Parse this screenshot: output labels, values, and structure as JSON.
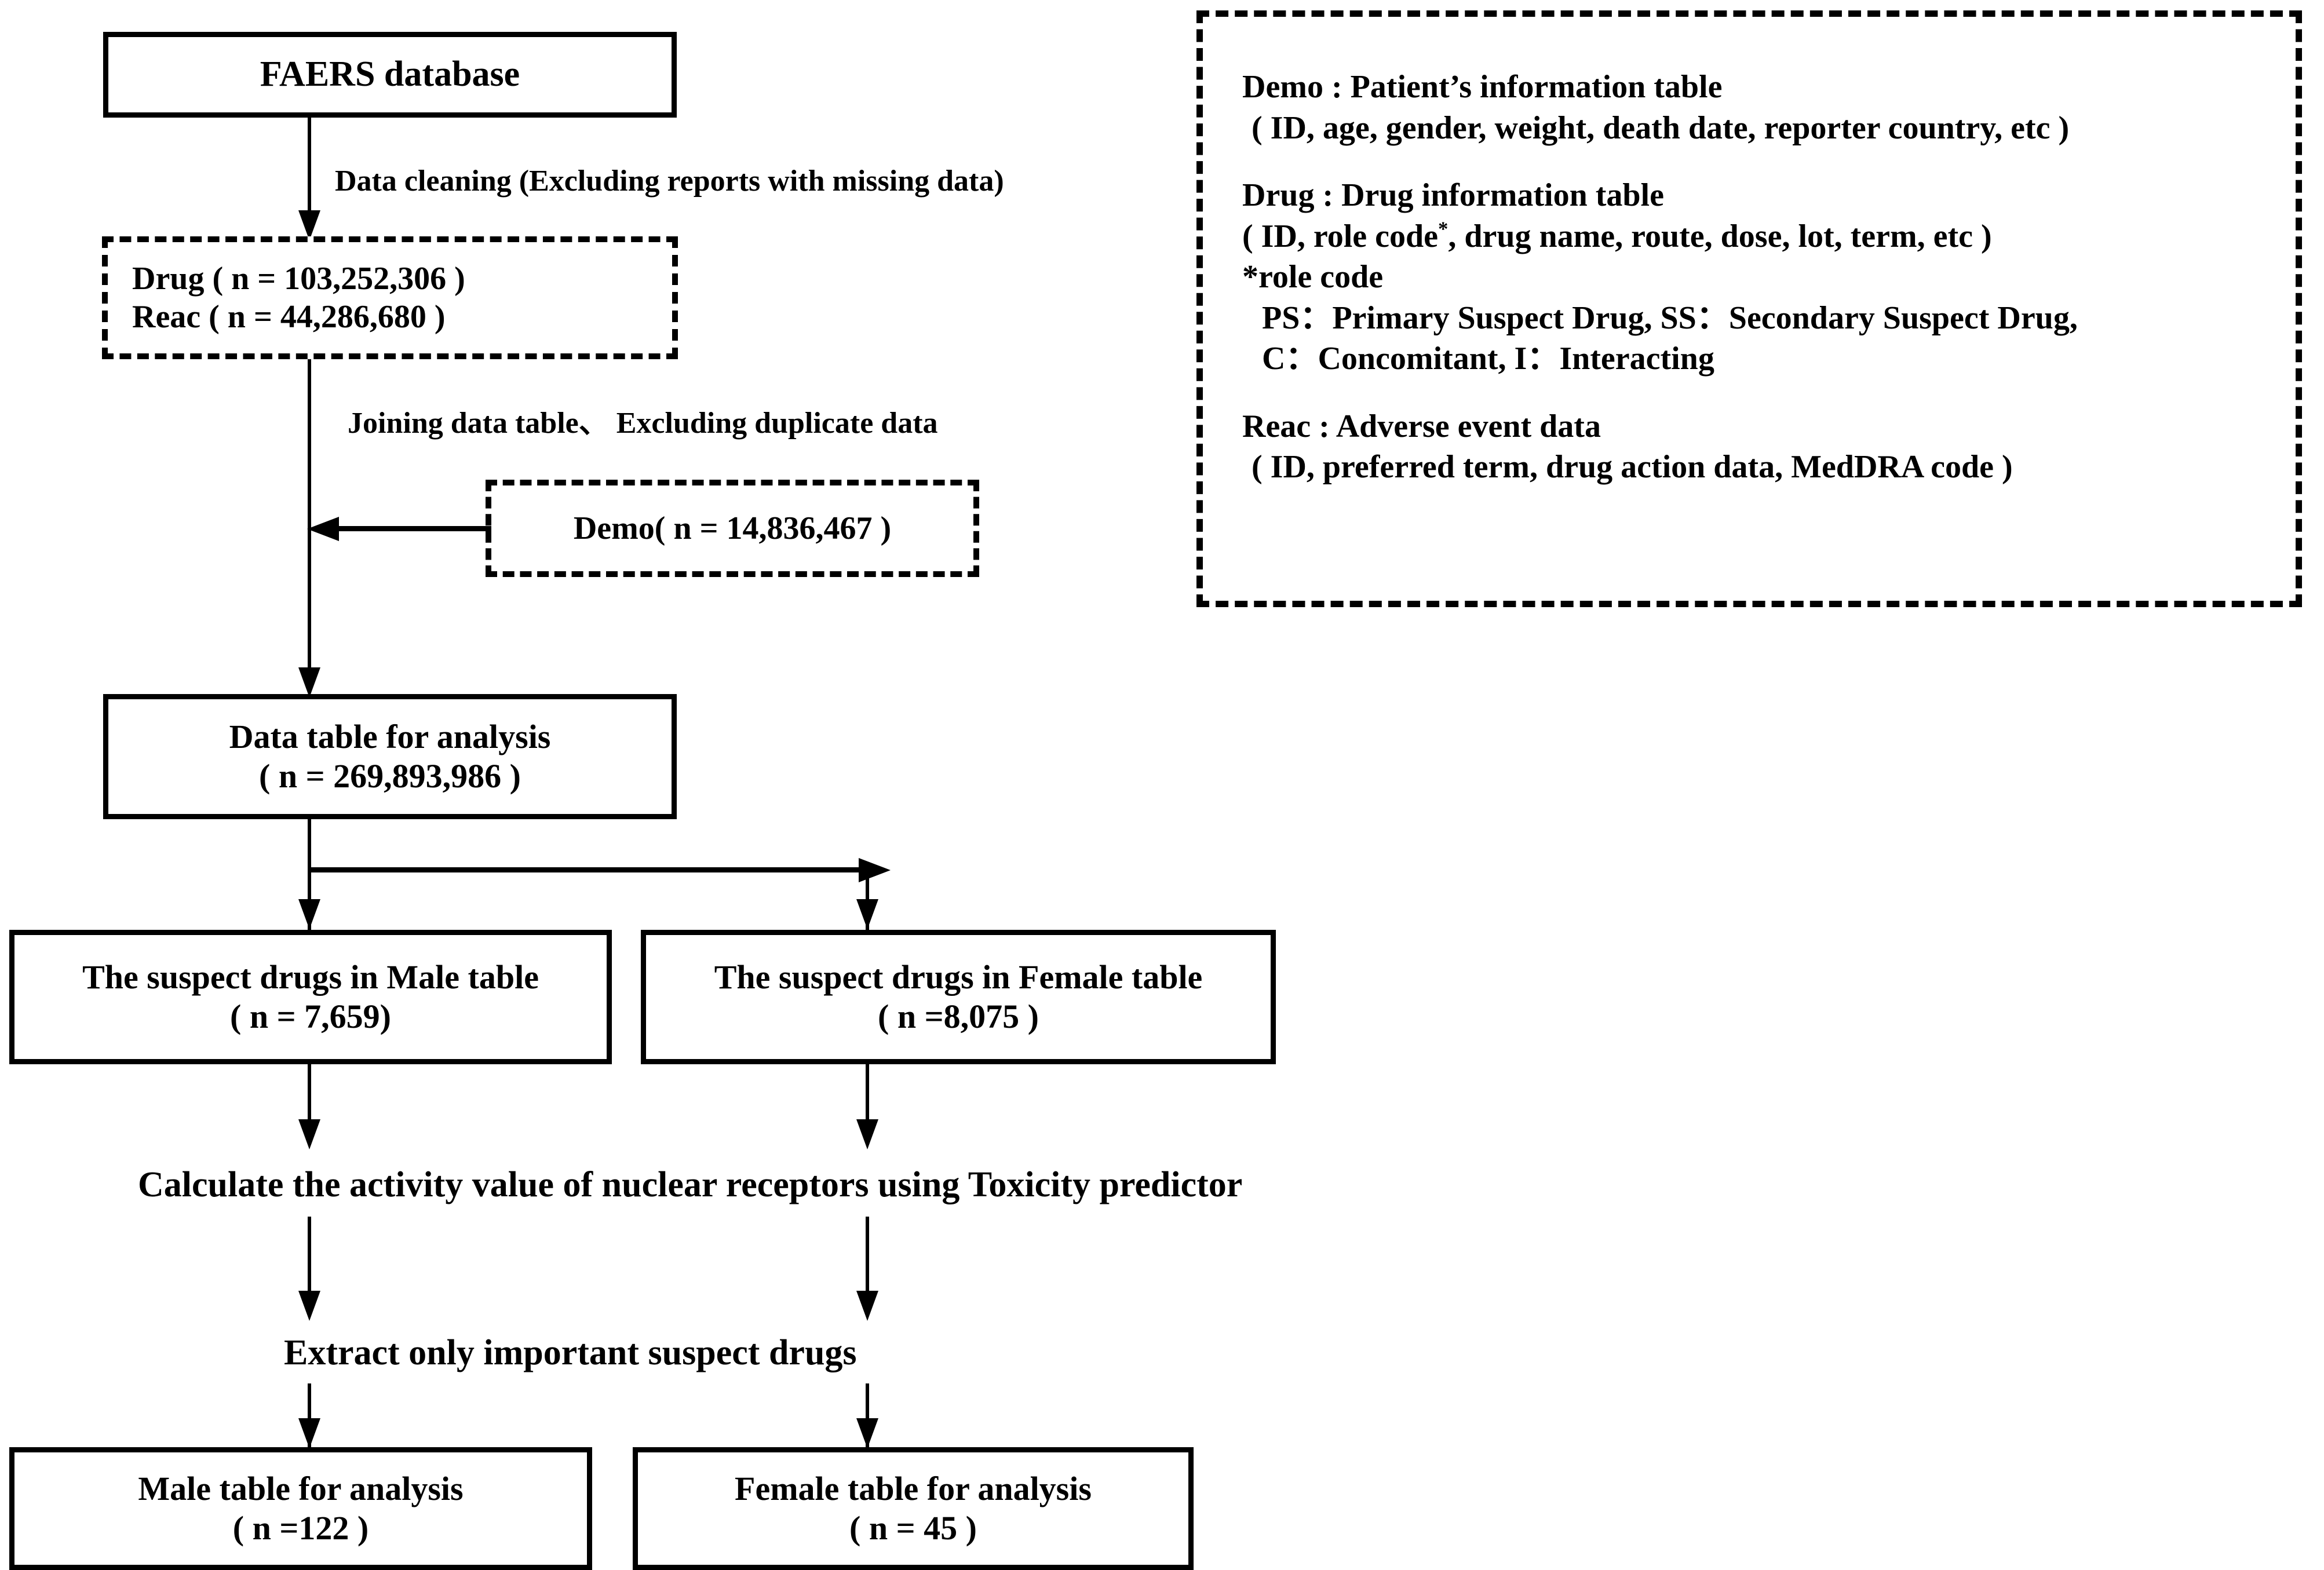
{
  "flow": {
    "faers": {
      "title": "FAERS database"
    },
    "cleaning_label": "Data cleaning (Excluding reports with missing data)",
    "drug_reac": {
      "line1": "Drug ( n = 103,252,306 )",
      "line2": "Reac ( n = 44,286,680 )"
    },
    "joining_label": "Joining data table、 Excluding duplicate data",
    "demo": {
      "text": "Demo( n = 14,836,467 )"
    },
    "data_table": {
      "line1": "Data table for analysis",
      "line2": "( n = 269,893,986 )"
    },
    "male_suspect": {
      "line1": "The suspect drugs in Male table",
      "line2": "( n = 7,659)"
    },
    "female_suspect": {
      "line1": "The suspect drugs in Female table",
      "line2": "( n =8,075 )"
    },
    "calculate_label": "Calculate the activity value of nuclear receptors using Toxicity predictor",
    "extract_label": "Extract only important suspect drugs",
    "male_final": {
      "line1": "Male table for analysis",
      "line2": "( n =122 )"
    },
    "female_final": {
      "line1": "Female table for analysis",
      "line2": "( n = 45 )"
    }
  },
  "legend": {
    "demo_title": "Demo : Patient’s information table",
    "demo_fields": "( ID, age, gender, weight, death date, reporter country, etc )",
    "drug_title": "Drug : Drug information table",
    "drug_fields_pre": "( ID, role code",
    "drug_fields_star": "*",
    "drug_fields_post": ", drug name, route, dose, lot, term, etc )",
    "role_code_header": "*role code",
    "role_code_line1": "PS：Primary Suspect Drug, SS：Secondary Suspect Drug,",
    "role_code_line2": "C：Concomitant,  I：Interacting",
    "reac_title": "Reac : Adverse event data",
    "reac_fields": "( ID, preferred term, drug action data, MedDRA code )"
  },
  "colors": {
    "stroke": "#000000",
    "background": "#ffffff"
  }
}
